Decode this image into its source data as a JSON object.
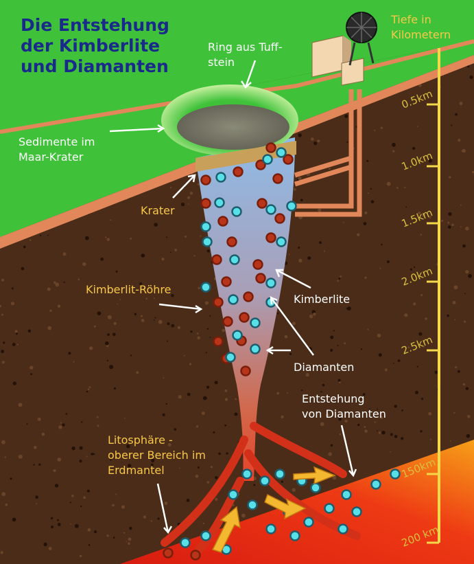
{
  "title": "Die Entstehung\nder Kimberlite\nund Diamanten",
  "depth_axis": {
    "title": "Tiefe in\nKilometern",
    "ticks": [
      "0.5km",
      "1.0km",
      "1.5km",
      "2.0km",
      "2.5km",
      "150km",
      "200 km"
    ]
  },
  "labels": {
    "tuff_ring": "Ring aus Tuff-\nstein",
    "sediments": "Sedimente im\nMaar-Krater",
    "crater": "Krater",
    "pipe": "Kimberlit-Röhre",
    "kimberlite": "Kimberlite",
    "diamonds": "Diamanten",
    "diamond_formation": "Entstehung\nvon Diamanten",
    "lithosphere": "Litosphäre -\noberer Bereich im\nErdmantel"
  },
  "colors": {
    "surface_green": "#3fc23a",
    "earth_brown": "#4a2c18",
    "magma_red": "#e8341a",
    "pipe_blue": "#8fb4dc",
    "label_white": "#ffffff",
    "label_yellow": "#f7c84a",
    "title_blue": "#1a2a8a"
  }
}
